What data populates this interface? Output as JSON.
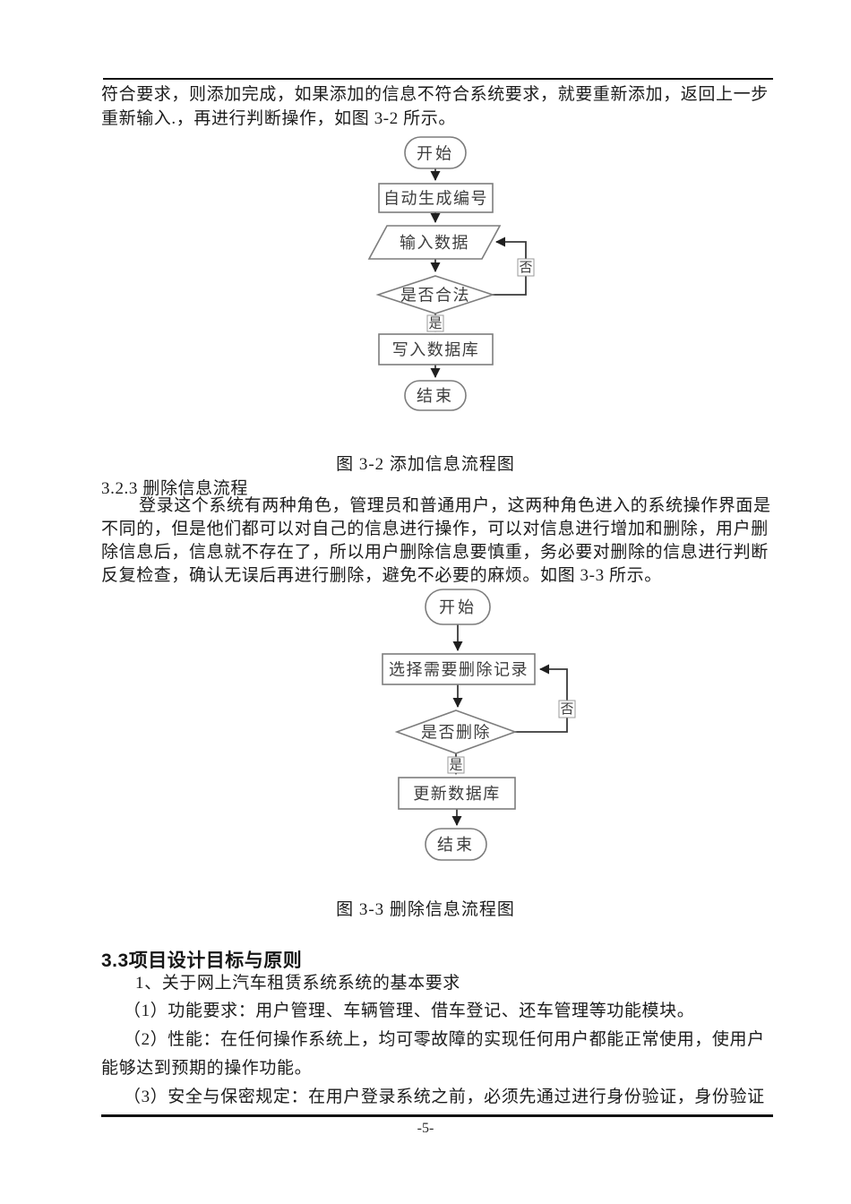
{
  "top_paragraph": {
    "lines": [
      "符合要求，则添加完成，如果添加的信息不符合系统要求，就要重新添加，返回上一步",
      "重新输入.，再进行判断操作，如图 3-2 所示。"
    ]
  },
  "figure_3_2": {
    "caption": "图 3-2 添加信息流程图",
    "nodes": {
      "start": "开始",
      "auto_number": "自动生成编号",
      "input_data": "输入数据",
      "decision": "是否合法",
      "write_db": "写入数据库",
      "end": "结束"
    },
    "edge_labels": {
      "yes": "是",
      "no": "否"
    }
  },
  "section_3_2_3": {
    "heading": "3.2.3 删除信息流程",
    "paragraph_lines": [
      "登录这个系统有两种角色，管理员和普通用户，这两种角色进入的系统操作界面是",
      "不同的，但是他们都可以对自己的信息进行操作，可以对信息进行增加和删除，用户删",
      "除信息后，信息就不存在了，所以用户删除信息要慎重，务必要对删除的信息进行判断",
      "反复检查，确认无误后再进行删除，避免不必要的麻烦。如图 3-3 所示。"
    ]
  },
  "figure_3_3": {
    "caption": "图 3-3 删除信息流程图",
    "nodes": {
      "start": "开始",
      "select_record": "选择需要删除记录",
      "decision": "是否删除",
      "update_db": "更新数据库",
      "end": "结束"
    },
    "edge_labels": {
      "yes": "是",
      "no": "否"
    }
  },
  "section_3_3": {
    "heading": "3.3项目设计目标与原则",
    "lines": [
      "1、关于网上汽车租赁系统系统的基本要求",
      "（1）功能要求：用户管理、车辆管理、借车登记、还车管理等功能模块。",
      "（2）性能：在任何操作系统上，均可零故障的实现任何用户都能正常使用，使用户",
      "能够达到预期的操作功能。",
      "（3）安全与保密规定：在用户登录系统之前，必须先通过进行身份验证，身份验证"
    ]
  },
  "footer": {
    "page_number": "-5-"
  },
  "colors": {
    "ink": "#1c1c1c",
    "node_stroke": "#7d7d7d",
    "connector": "#3a3a3a"
  }
}
